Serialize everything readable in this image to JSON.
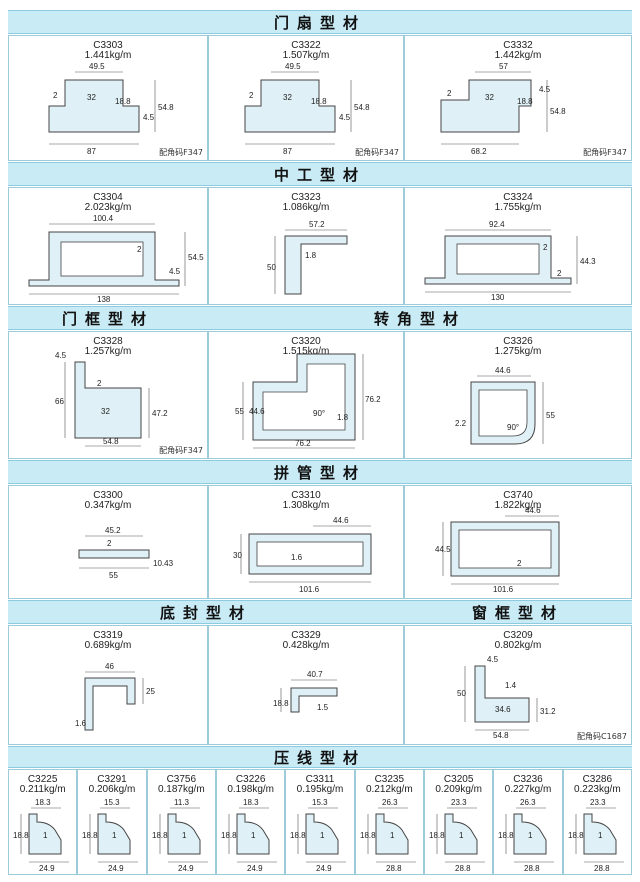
{
  "sections": {
    "s1": "门扇型材",
    "s2": "中工型材",
    "s3a": "门框型材",
    "s3b": "转角型材",
    "s4": "拼管型材",
    "s5a": "底封型材",
    "s5b": "窗框型材",
    "s6": "压线型材"
  },
  "row1": [
    {
      "code": "C3303",
      "weight": "1.441kg/m",
      "dims": [
        "49.5",
        "2",
        "32",
        "18.8",
        "54.8",
        "4.5",
        "87"
      ],
      "note": "配角码F347"
    },
    {
      "code": "C3322",
      "weight": "1.507kg/m",
      "dims": [
        "49.5",
        "2",
        "32",
        "18.8",
        "54.8",
        "4.5",
        "87"
      ],
      "note": "配角码F347"
    },
    {
      "code": "C3332",
      "weight": "1.442kg/m",
      "dims": [
        "57",
        "2",
        "32",
        "18.8",
        "4.5",
        "54.8",
        "68.2"
      ],
      "note": "配角码F347"
    }
  ],
  "row2": [
    {
      "code": "C3304",
      "weight": "2.023kg/m",
      "dims": [
        "100.4",
        "2",
        "54.5",
        "4.5",
        "138"
      ]
    },
    {
      "code": "C3323",
      "weight": "1.086kg/m",
      "dims": [
        "57.2",
        "50",
        "1.8"
      ]
    },
    {
      "code": "C3324",
      "weight": "1.755kg/m",
      "dims": [
        "92.4",
        "2",
        "44.3",
        "2",
        "130"
      ]
    }
  ],
  "row3": [
    {
      "code": "C3328",
      "weight": "1.257kg/m",
      "dims": [
        "4.5",
        "66",
        "2",
        "32",
        "47.2",
        "54.8"
      ],
      "note": "配角码F347"
    },
    {
      "code": "C3320",
      "weight": "1.515kg/m",
      "dims": [
        "55",
        "44.6",
        "90°",
        "1.8",
        "76.2",
        "76.2"
      ]
    },
    {
      "code": "C3326",
      "weight": "1.275kg/m",
      "dims": [
        "44.6",
        "2.2",
        "90°",
        "55"
      ]
    }
  ],
  "row4": [
    {
      "code": "C3300",
      "weight": "0.347kg/m",
      "dims": [
        "45.2",
        "2",
        "55",
        "10.43"
      ]
    },
    {
      "code": "C3310",
      "weight": "1.308kg/m",
      "dims": [
        "44.6",
        "30",
        "1.6",
        "101.6"
      ]
    },
    {
      "code": "C3740",
      "weight": "1.822kg/m",
      "dims": [
        "44.6",
        "44.5",
        "2",
        "101.6"
      ]
    }
  ],
  "row5": [
    {
      "code": "C3319",
      "weight": "0.689kg/m",
      "dims": [
        "46",
        "25",
        "1.6"
      ]
    },
    {
      "code": "C3329",
      "weight": "0.428kg/m",
      "dims": [
        "40.7",
        "18.8",
        "1.5"
      ]
    },
    {
      "code": "C3209",
      "weight": "0.802kg/m",
      "dims": [
        "4.5",
        "50",
        "1.4",
        "34.6",
        "31.2",
        "54.8"
      ],
      "note": "配角码C1687"
    }
  ],
  "row6": [
    {
      "code": "C3225",
      "weight": "0.211kg/m",
      "dims": [
        "18.3",
        "18.8",
        "1",
        "24.9"
      ]
    },
    {
      "code": "C3291",
      "weight": "0.206kg/m",
      "dims": [
        "15.3",
        "18.8",
        "1",
        "24.9"
      ]
    },
    {
      "code": "C3756",
      "weight": "0.187kg/m",
      "dims": [
        "11.3",
        "18.8",
        "1",
        "24.9"
      ]
    },
    {
      "code": "C3226",
      "weight": "0.198kg/m",
      "dims": [
        "18.3",
        "18.8",
        "1",
        "24.9"
      ]
    },
    {
      "code": "C3311",
      "weight": "0.195kg/m",
      "dims": [
        "15.3",
        "18.8",
        "1",
        "24.9"
      ]
    },
    {
      "code": "C3235",
      "weight": "0.212kg/m",
      "dims": [
        "26.3",
        "18.8",
        "1",
        "28.8"
      ]
    },
    {
      "code": "C3205",
      "weight": "0.209kg/m",
      "dims": [
        "23.3",
        "18.8",
        "1",
        "28.8"
      ]
    },
    {
      "code": "C3236",
      "weight": "0.227kg/m",
      "dims": [
        "26.3",
        "18.8",
        "1",
        "28.8"
      ]
    },
    {
      "code": "C3286",
      "weight": "0.223kg/m",
      "dims": [
        "23.3",
        "18.8",
        "1",
        "28.8"
      ]
    }
  ]
}
